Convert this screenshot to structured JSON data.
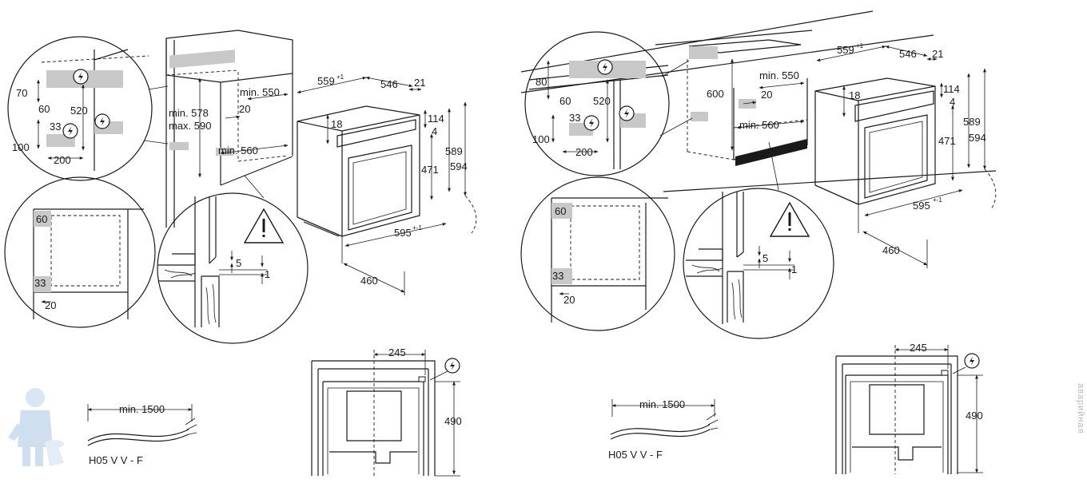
{
  "colors": {
    "line": "#1a1a1a",
    "fill_grey": "#c8c8c8",
    "bg": "#ffffff"
  },
  "icons": [
    "power-connection-icon",
    "warning-triangle-icon",
    "plumber-mascot-icon"
  ],
  "left_install": {
    "dims": {
      "d559": "559",
      "d559_sup": "+1",
      "d546": "546",
      "d21": "21",
      "d114": "114",
      "d4": "4",
      "d589": "589",
      "d594": "594",
      "d471": "471",
      "d18": "18",
      "d595": "595",
      "d595_sup": "+-1",
      "d460": "460",
      "min550": "min. 550",
      "d20": "20",
      "min578": "min. 578",
      "max590": "max. 590",
      "min560": "min. 560"
    },
    "circle_top": {
      "d70": "70",
      "d60": "60",
      "d520": "520",
      "d33": "33",
      "d100": "100",
      "d200": "200"
    },
    "circle_bottom": {
      "d60": "60",
      "d33": "33",
      "d20": "20"
    },
    "circle_detail": {
      "d5": "5",
      "d1": "1"
    }
  },
  "right_install": {
    "dims": {
      "d559": "559",
      "d559_sup": "+1",
      "d546": "546",
      "d21": "21",
      "d114": "114",
      "d4": "4",
      "d589": "589",
      "d594": "594",
      "d471": "471",
      "d18": "18",
      "d595": "595",
      "d595_sup": "+-1",
      "d460": "460",
      "min550": "min. 550",
      "d20": "20",
      "d600": "600",
      "min560": "min. 560"
    },
    "circle_top": {
      "d80": "80",
      "d60": "60",
      "d520": "520",
      "d33": "33",
      "d100": "100",
      "d200": "200"
    },
    "circle_bottom": {
      "d60": "60",
      "d33": "33",
      "d20": "20"
    },
    "circle_detail": {
      "d5": "5",
      "d1": "1"
    }
  },
  "cable_left": {
    "length": "min. 1500",
    "type": "H05 V V - F"
  },
  "cable_right": {
    "length": "min. 1500",
    "type": "H05 V V - F"
  },
  "rear_left": {
    "w245": "245",
    "h490": "490"
  },
  "rear_right": {
    "w245": "245",
    "h490": "490"
  },
  "watermark": "аварийная"
}
